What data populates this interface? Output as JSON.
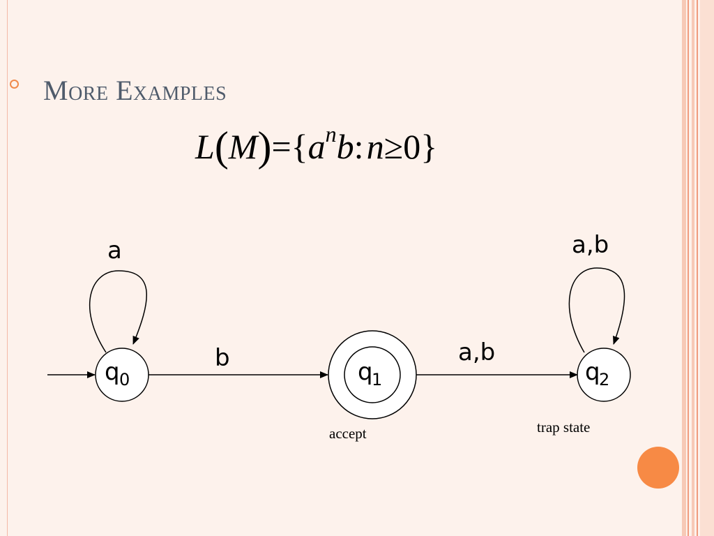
{
  "slide": {
    "title": "More Examples",
    "formula": {
      "lhs_fn": "L",
      "lhs_arg": "M",
      "eq": "=",
      "open_brace": "{",
      "base_a": "a",
      "exponent": "n",
      "base_b": "b",
      "colon": ":",
      "var": "n",
      "relation": "≥",
      "bound": "0",
      "close_brace": "}"
    }
  },
  "automaton": {
    "states": [
      {
        "name": "q",
        "index": "0",
        "caption": ""
      },
      {
        "name": "q",
        "index": "1",
        "caption": "accept"
      },
      {
        "name": "q",
        "index": "2",
        "caption": "trap state"
      }
    ],
    "transitions": [
      {
        "label": "a"
      },
      {
        "label": "b"
      },
      {
        "label": "a,b"
      },
      {
        "label": "a,b"
      }
    ]
  },
  "colors": {
    "title": "#4f5b6b",
    "accent": "#f78a45",
    "background": "#fdf2ec"
  }
}
